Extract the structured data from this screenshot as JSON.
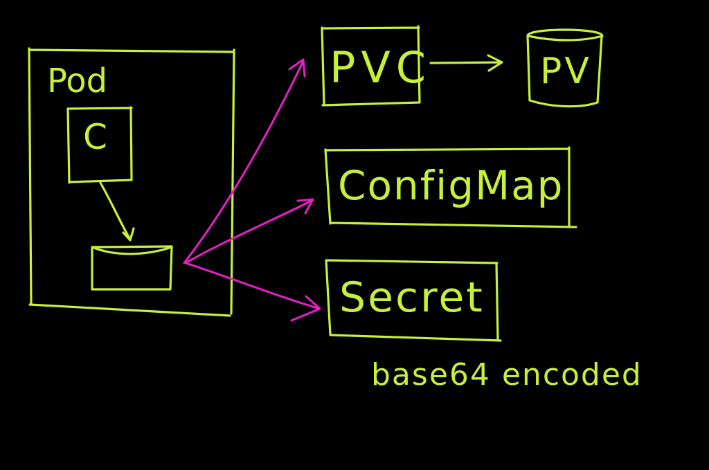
{
  "diagram": {
    "nodes": {
      "pod": {
        "label": "Pod"
      },
      "container": {
        "label": "C"
      },
      "volume": {
        "label": ""
      },
      "pvc": {
        "label": "PVC"
      },
      "pv": {
        "label": "PV"
      },
      "configmap": {
        "label": "ConfigMap"
      },
      "secret": {
        "label": "Secret"
      }
    },
    "notes": {
      "secret_note": "base64 encoded"
    },
    "edges": [
      {
        "from": "container",
        "to": "volume"
      },
      {
        "from": "pvc",
        "to": "pv"
      },
      {
        "from": "volume",
        "to": "pvc"
      },
      {
        "from": "volume",
        "to": "configmap"
      },
      {
        "from": "volume",
        "to": "secret"
      }
    ]
  },
  "colors": {
    "background": "#000000",
    "ink_primary": "#c6f03a",
    "ink_accent": "#e81ec8"
  }
}
